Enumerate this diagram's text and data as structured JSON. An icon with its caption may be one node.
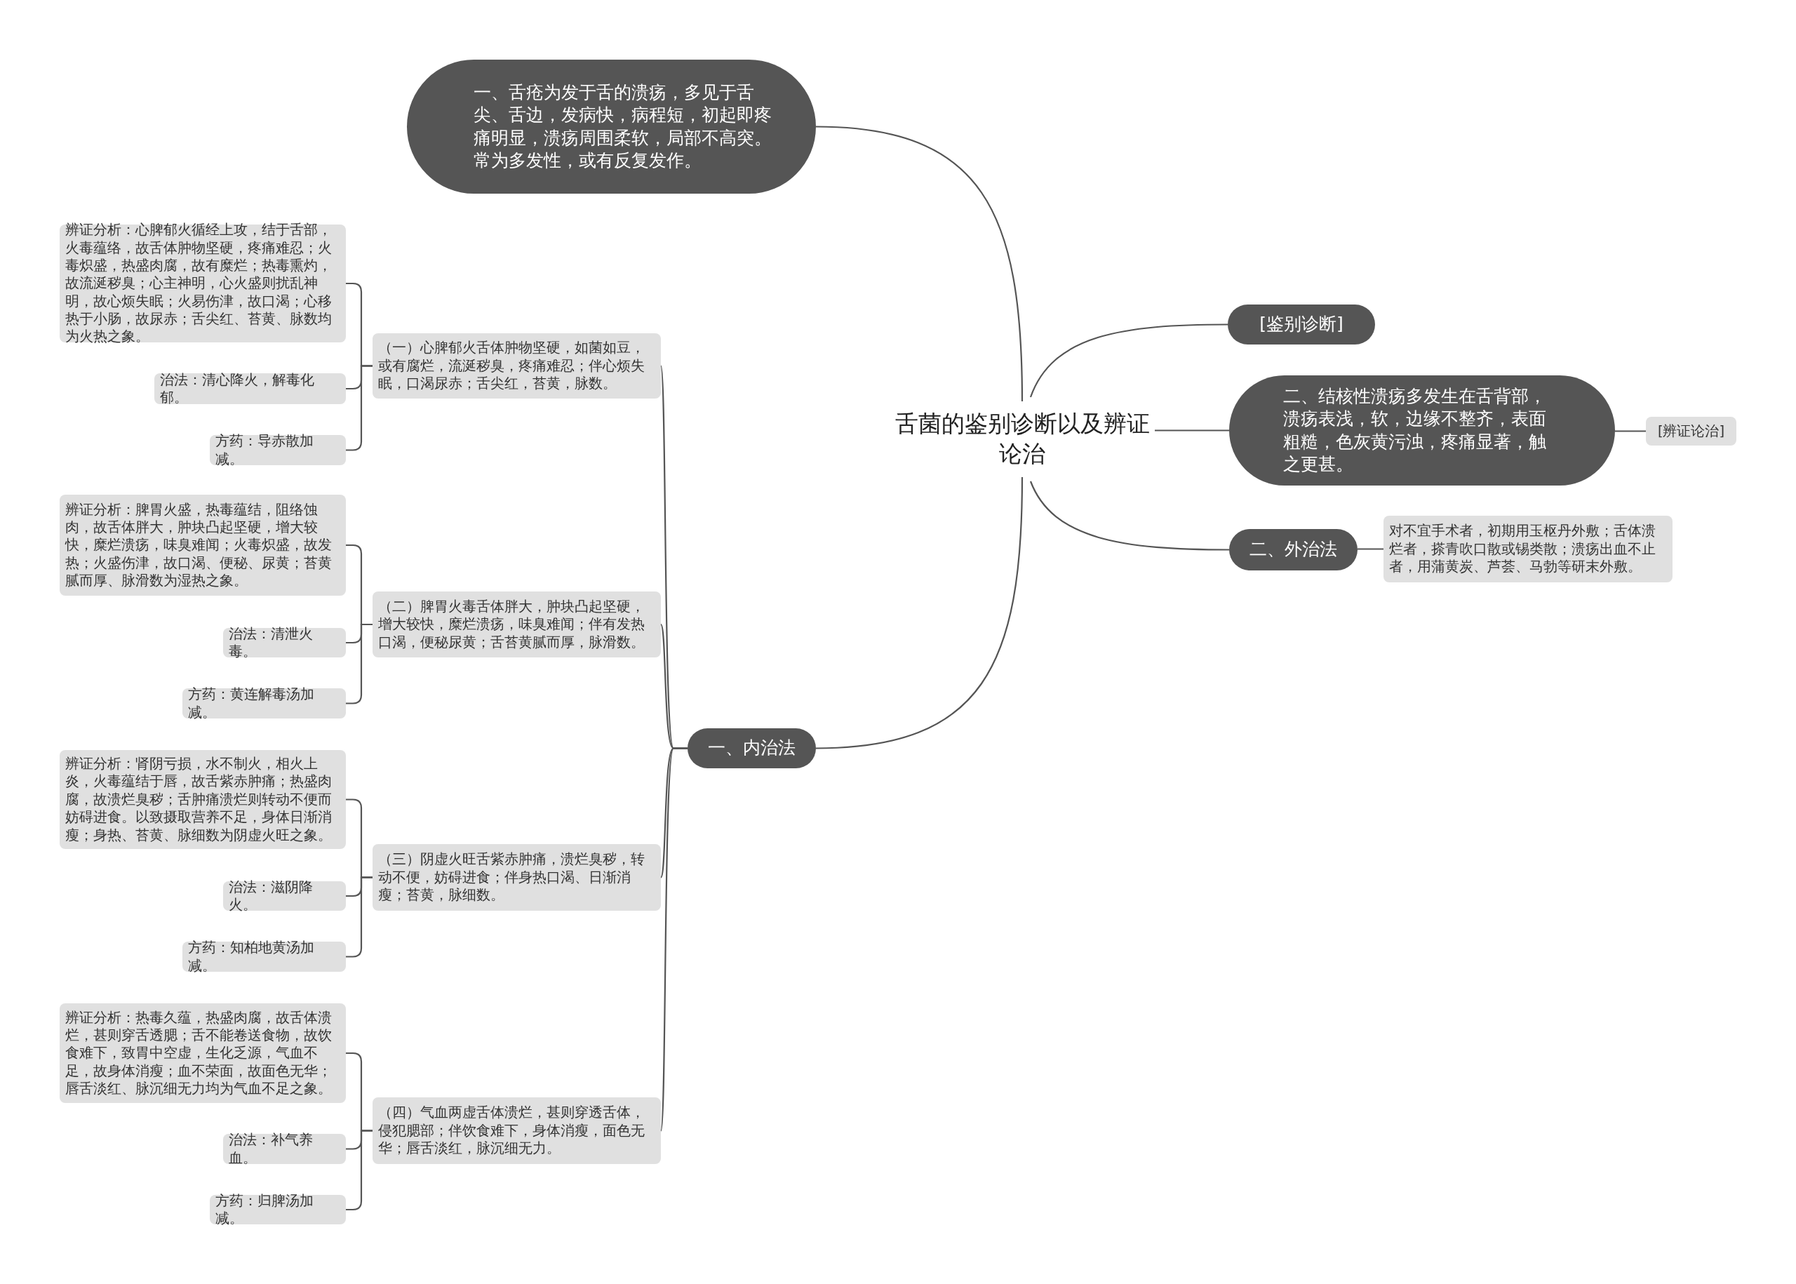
{
  "diagram": {
    "nodes": [
      {
        "text": [
          "舌菌的鉴别诊断以及辨证论治"
        ]
      },
      {
        "text": [
          "一、舌疮为发于舌的溃疡，多见于舌尖、舌边，发病快，病程短，初起即疼痛明显，溃疡周围柔软，局部不高突。常为多发性，或有反复发作。"
        ]
      },
      {
        "text": [
          "[鉴别诊断]"
        ]
      },
      {
        "text": [
          "二、结核性溃疡多发生在舌背部，溃疡表浅，软，边缘不整齐，表面粗糙，色灰黄污浊，疼痛显著，触之更甚。"
        ]
      },
      {
        "text": [
          "[辨证论治]"
        ]
      },
      {
        "text": [
          "二、外治法"
        ]
      },
      {
        "text": [
          "对不宜手术者，初期用玉枢丹外敷；舌体溃烂者，搽青吹口散或锡类散；溃疡出血不止者，用蒲黄炭、芦荟、马勃等研末外敷。"
        ]
      },
      {
        "text": [
          "一、内治法"
        ]
      },
      {
        "text": [
          "（一）心脾郁火舌体肿物坚硬，如菌如豆，或有腐烂，流涎秽臭，疼痛难忍；伴心烦失眠，口渴尿赤；舌尖红，苔黄，脉数。"
        ]
      },
      {
        "text": [
          "辨证分析：心脾郁火循经上攻，结于舌部，火毒蕴络，故舌体肿物坚硬，疼痛难忍；火毒炽盛，热盛肉腐，故有糜烂；热毒熏灼，故流涎秽臭；心主神明，心火盛则扰乱神明，故心烦失眠；火易伤津，故口渴；心移热于小肠，故尿赤；舌尖红、苔黄、脉数均为火热之象。"
        ]
      },
      {
        "text": [
          "治法：清心降火，解毒化郁。"
        ]
      },
      {
        "text": [
          "方药：导赤散加减。"
        ]
      },
      {
        "text": [
          "（二）脾胃火毒舌体胖大，肿块凸起坚硬，增大较快，糜烂溃疡，味臭难闻；伴有发热口渴，便秘尿黄；舌苔黄腻而厚，脉滑数。"
        ]
      },
      {
        "text": [
          "辨证分析：脾胃火盛，热毒蕴结，阻络蚀肉，故舌体胖大，肿块凸起坚硬，增大较快，糜烂溃疡，味臭难闻；火毒炽盛，故发热；火盛伤津，故口渴、便秘、尿黄；苔黄腻而厚、脉滑数为湿热之象。"
        ]
      },
      {
        "text": [
          "治法：清泄火毒。"
        ]
      },
      {
        "text": [
          "方药：黄连解毒汤加减。"
        ]
      },
      {
        "text": [
          "（三）阴虚火旺舌紫赤肿痛，溃烂臭秽，转动不便，妨碍进食；伴身热口渴、日渐消瘦；苔黄，脉细数。"
        ]
      },
      {
        "text": [
          "辨证分析：肾阴亏损，水不制火，相火上炎，火毒蕴结于唇，故舌紫赤肿痛；热盛肉腐，故溃烂臭秽；舌肿痛溃烂则转动不便而妨碍进食。以致摄取营养不足，身体日渐消瘦；身热、苔黄、脉细数为阴虚火旺之象。"
        ]
      },
      {
        "text": [
          "治法：滋阴降火。"
        ]
      },
      {
        "text": [
          "方药：知柏地黄汤加减。"
        ]
      },
      {
        "text": [
          "（四）气血两虚舌体溃烂，甚则穿透舌体，侵犯腮部；伴饮食难下，身体消瘦，面色无华；唇舌淡红，脉沉细无力。"
        ]
      },
      {
        "text": [
          "辨证分析：热毒久蕴，热盛肉腐，故舌体溃烂，甚则穿舌透腮；舌不能卷送食物，故饮食难下，致胃中空虚，生化乏源，气血不足，故身体消瘦；血不荣面，故面色无华；唇舌淡红、脉沉细无力均为气血不足之象。"
        ]
      },
      {
        "text": [
          "治法：补气养血。"
        ]
      },
      {
        "text": [
          "方药：归脾汤加减。"
        ]
      }
    ],
    "edges": [
      {
        "from": 0,
        "to": 1,
        "arrow": "none"
      },
      {
        "from": 0,
        "to": 2,
        "arrow": "none"
      },
      {
        "from": 0,
        "to": 3,
        "arrow": "none"
      },
      {
        "from": 3,
        "to": 4,
        "arrow": "none"
      },
      {
        "from": 0,
        "to": 5,
        "arrow": "none"
      },
      {
        "from": 5,
        "to": 6,
        "arrow": "none"
      },
      {
        "from": 0,
        "to": 7,
        "arrow": "none"
      },
      {
        "from": 7,
        "to": 8,
        "arrow": "none"
      },
      {
        "from": 8,
        "to": 9,
        "arrow": "none"
      },
      {
        "from": 8,
        "to": 10,
        "arrow": "none"
      },
      {
        "from": 8,
        "to": 11,
        "arrow": "none"
      },
      {
        "from": 7,
        "to": 12,
        "arrow": "none"
      },
      {
        "from": 12,
        "to": 13,
        "arrow": "none"
      },
      {
        "from": 12,
        "to": 14,
        "arrow": "none"
      },
      {
        "from": 12,
        "to": 15,
        "arrow": "none"
      },
      {
        "from": 7,
        "to": 16,
        "arrow": "none"
      },
      {
        "from": 16,
        "to": 17,
        "arrow": "none"
      },
      {
        "from": 16,
        "to": 18,
        "arrow": "none"
      },
      {
        "from": 16,
        "to": 19,
        "arrow": "none"
      },
      {
        "from": 7,
        "to": 20,
        "arrow": "none"
      },
      {
        "from": 20,
        "to": 21,
        "arrow": "none"
      },
      {
        "from": 20,
        "to": 22,
        "arrow": "none"
      },
      {
        "from": 20,
        "to": 23,
        "arrow": "none"
      }
    ]
  }
}
